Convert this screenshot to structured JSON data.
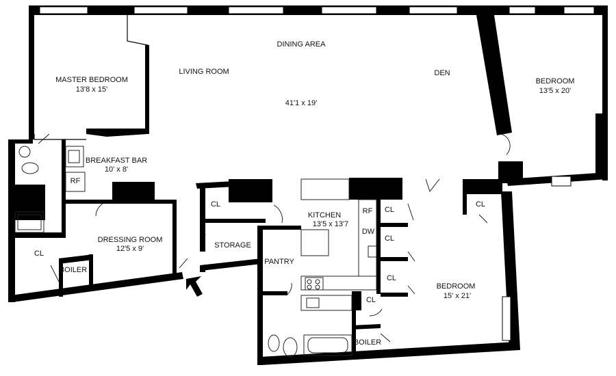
{
  "rooms": {
    "dining_area": "DINING AREA",
    "living_room": "LIVING ROOM",
    "den": "DEN",
    "great_room_size": "41'1 x 19'",
    "master_bedroom": "MASTER BEDROOM",
    "master_bedroom_size": "13'8 x 15'",
    "bedroom_east": "BEDROOM",
    "bedroom_east_size": "13'5 x 20'",
    "breakfast_bar": "BREAKFAST BAR",
    "breakfast_bar_size": "10' x 8'",
    "dressing_room": "DRESSING ROOM",
    "dressing_room_size": "12'5 x 9'",
    "kitchen": "KITCHEN",
    "kitchen_size": "13'5 x 13'7",
    "bedroom_south": "BEDROOM",
    "bedroom_south_size": "15' x 21'",
    "storage": "STORAGE",
    "pantry": "PANTRY",
    "boiler_west": "BOILER",
    "boiler_south": "BOILER"
  },
  "labels": {
    "closet": "CL",
    "refrigerator": "RF",
    "dishwasher": "DW"
  },
  "icons": {
    "entry": "entry-arrow-icon"
  }
}
